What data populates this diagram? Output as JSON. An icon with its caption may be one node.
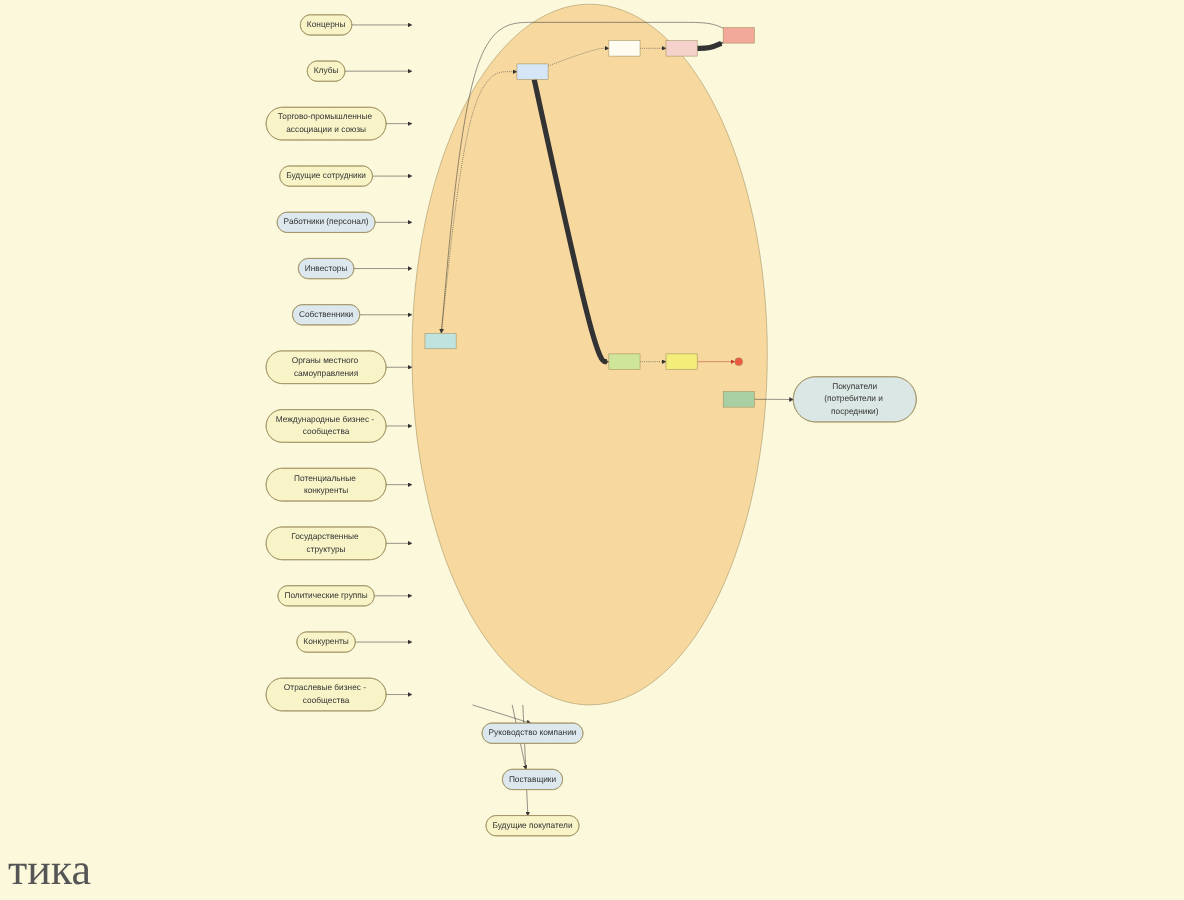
{
  "diagram": {
    "nodes": [
      {
        "text": [
          "Отраслевые бизнес - сообщества"
        ]
      },
      {
        "text": [
          "Конкуренты"
        ]
      },
      {
        "text": [
          "Политические группы"
        ]
      },
      {
        "text": [
          "Государственные структуры"
        ]
      },
      {
        "text": [
          "Потенциальные конкуренты"
        ]
      },
      {
        "text": [
          "Международные бизнес - сообщества"
        ]
      },
      {
        "text": [
          "Органы местного самоуправления"
        ]
      },
      {
        "text": [
          "Собственники"
        ]
      },
      {
        "text": [
          "Инвесторы"
        ]
      },
      {
        "text": [
          "Работники (персонал)"
        ]
      },
      {
        "text": [
          "Руководство компании"
        ]
      },
      {
        "text": [
          "Поставщики"
        ]
      },
      {
        "text": [
          "Покупатели",
          "(потребители и посредники)"
        ]
      },
      {
        "text": [
          "Будущие покупатели"
        ]
      },
      {
        "text": [
          "Будущие сотрудники"
        ]
      },
      {
        "text": [
          "Торгово-промышленные ассоциации и союзы"
        ]
      },
      {
        "text": [
          "Клубы"
        ]
      },
      {
        "text": [
          "Концерны"
        ]
      },
      {
        "text": [],
        "shape": "ellipse"
      },
      {
        "text": [],
        "shape": "box",
        "in": 18
      },
      {
        "text": [],
        "shape": "box",
        "in": 18
      },
      {
        "text": [],
        "shape": "box",
        "in": 18
      },
      {
        "text": [],
        "shape": "box",
        "in": 18
      },
      {
        "text": [],
        "shape": "circle",
        "in": 18
      },
      {
        "text": [],
        "shape": "box",
        "in": 18
      },
      {
        "text": [],
        "shape": "box",
        "in": 18
      },
      {
        "text": [],
        "shape": "box",
        "in": 18
      },
      {
        "text": [],
        "shape": "box",
        "in": 18
      }
    ],
    "edges": [
      {
        "from": 0,
        "to": 18,
        "arrow": "to"
      },
      {
        "from": 1,
        "to": 18,
        "arrow": "to"
      },
      {
        "from": 2,
        "to": 18,
        "arrow": "to"
      },
      {
        "from": 3,
        "to": 18,
        "arrow": "to"
      },
      {
        "from": 4,
        "to": 18,
        "arrow": "to"
      },
      {
        "from": 5,
        "to": 18,
        "arrow": "to"
      },
      {
        "from": 6,
        "to": 18,
        "arrow": "to"
      },
      {
        "from": 7,
        "to": 18,
        "arrow": "to"
      },
      {
        "from": 8,
        "to": 18,
        "arrow": "to"
      },
      {
        "from": 9,
        "to": 18,
        "arrow": "to"
      },
      {
        "from": 18,
        "to": 10,
        "arrow": "to"
      },
      {
        "from": 18,
        "to": 11,
        "arrow": "to"
      },
      {
        "from": 27,
        "to": 12,
        "arrow": "to"
      },
      {
        "from": 18,
        "to": 13,
        "arrow": "to"
      },
      {
        "from": 14,
        "to": 18,
        "arrow": "to"
      },
      {
        "from": 15,
        "to": 18,
        "arrow": "to"
      },
      {
        "from": 16,
        "to": 18,
        "arrow": "to"
      },
      {
        "from": 17,
        "to": 18,
        "arrow": "to"
      },
      {
        "from": 20,
        "to": 19,
        "arrow": "to"
      },
      {
        "from": 21,
        "to": 20,
        "arrow": "to",
        "style": "thick"
      },
      {
        "from": 22,
        "to": 21,
        "arrow": "to",
        "style": "dashed"
      },
      {
        "from": 26,
        "to": 22,
        "arrow": "to",
        "style": "dashed"
      },
      {
        "from": 19,
        "to": 26,
        "arrow": "to",
        "style": "dashed"
      },
      {
        "from": 25,
        "to": 24,
        "arrow": "to",
        "style": "dashed"
      },
      {
        "from": 26,
        "to": 25,
        "arrow": "to",
        "style": "thick"
      },
      {
        "from": 24,
        "to": 23,
        "arrow": "to",
        "color": "#c0392b"
      }
    ],
    "labels": [
      "тика"
    ]
  }
}
